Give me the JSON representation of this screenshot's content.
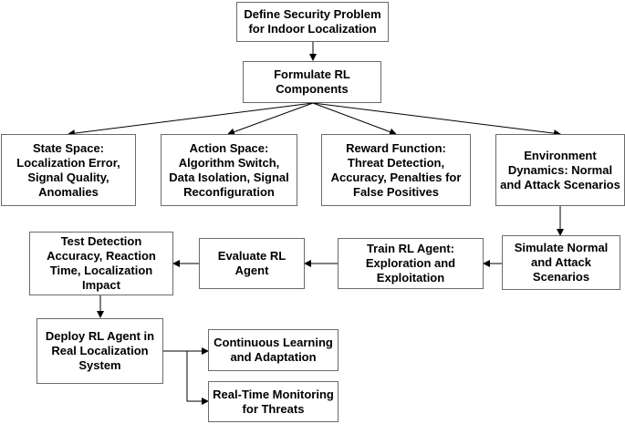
{
  "nodes": [
    {
      "id": "define",
      "label": "Define Security Problem\nfor Indoor Localization"
    },
    {
      "id": "formulate",
      "label": "Formulate RL\nComponents"
    },
    {
      "id": "state",
      "label": "State Space:\nLocalization Error,\nSignal Quality,\nAnomalies"
    },
    {
      "id": "action",
      "label": "Action Space:\nAlgorithm Switch,\nData Isolation, Signal\nReconfiguration"
    },
    {
      "id": "reward",
      "label": "Reward Function:\nThreat Detection,\nAccuracy, Penalties for\nFalse Positives"
    },
    {
      "id": "env",
      "label": "Environment\nDynamics: Normal\nand Attack Scenarios"
    },
    {
      "id": "simulate",
      "label": "Simulate Normal\nand Attack\nScenarios"
    },
    {
      "id": "train",
      "label": "Train RL Agent:\nExploration and\nExploitation"
    },
    {
      "id": "evaluate",
      "label": "Evaluate RL\nAgent"
    },
    {
      "id": "test",
      "label": "Test Detection\nAccuracy, Reaction\nTime, Localization\nImpact"
    },
    {
      "id": "deploy",
      "label": "Deploy RL Agent in\nReal Localization\nSystem"
    },
    {
      "id": "continuous",
      "label": "Continuous Learning\nand Adaptation"
    },
    {
      "id": "monitor",
      "label": "Real-Time Monitoring\nfor Threats"
    }
  ],
  "edges": [
    {
      "from": "define",
      "to": "formulate"
    },
    {
      "from": "formulate",
      "to": "state"
    },
    {
      "from": "formulate",
      "to": "action"
    },
    {
      "from": "formulate",
      "to": "reward"
    },
    {
      "from": "formulate",
      "to": "env"
    },
    {
      "from": "env",
      "to": "simulate"
    },
    {
      "from": "simulate",
      "to": "train"
    },
    {
      "from": "train",
      "to": "evaluate"
    },
    {
      "from": "evaluate",
      "to": "test"
    },
    {
      "from": "test",
      "to": "deploy"
    },
    {
      "from": "deploy",
      "to": "continuous"
    },
    {
      "from": "deploy",
      "to": "monitor"
    }
  ]
}
